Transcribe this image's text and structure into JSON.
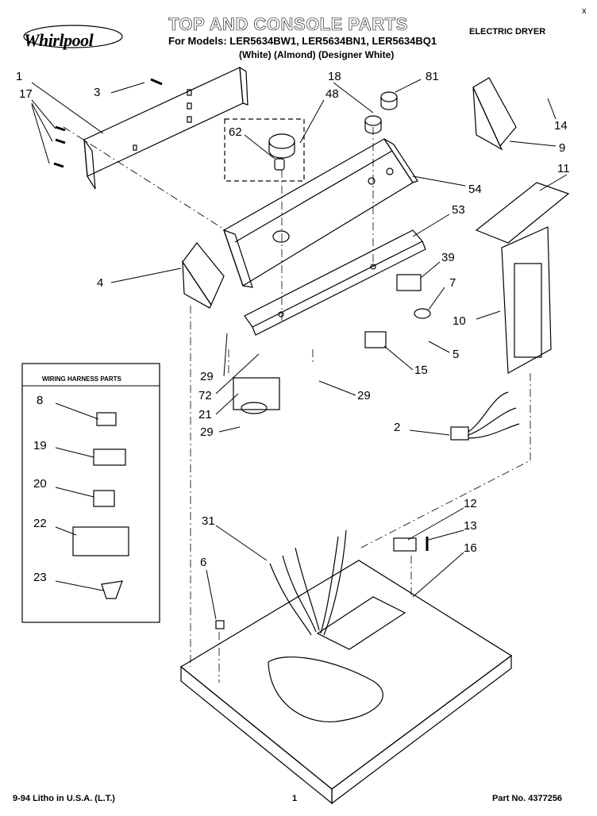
{
  "header": {
    "brand": "Whirlpool",
    "title": "TOP AND CONSOLE PARTS",
    "models": "For Models: LER5634BW1, LER5634BN1, LER5634BQ1",
    "variants": "(White)      (Almond)   (Designer White)",
    "product": "ELECTRIC DRYER",
    "corner_mark": "x"
  },
  "wiring_box": {
    "title": "WIRING HARNESS PARTS"
  },
  "callouts": {
    "c1": "1",
    "c3": "3",
    "c17": "17",
    "c18": "18",
    "c81": "81",
    "c48": "48",
    "c62": "62",
    "c14": "14",
    "c9": "9",
    "c11": "11",
    "c54": "54",
    "c53": "53",
    "c4": "4",
    "c39": "39",
    "c7": "7",
    "c10": "10",
    "c5": "5",
    "c15": "15",
    "c29a": "29",
    "c72": "72",
    "c29b": "29",
    "c21": "21",
    "c29c": "29",
    "c2": "2",
    "c8": "8",
    "c19": "19",
    "c20": "20",
    "c22": "22",
    "c23": "23",
    "c31": "31",
    "c12": "12",
    "c13": "13",
    "c16": "16",
    "c6": "6"
  },
  "footer": {
    "left": "9-94 Litho in U.S.A. (L.T.)",
    "page": "1",
    "part_no": "Part No. 4377256"
  }
}
